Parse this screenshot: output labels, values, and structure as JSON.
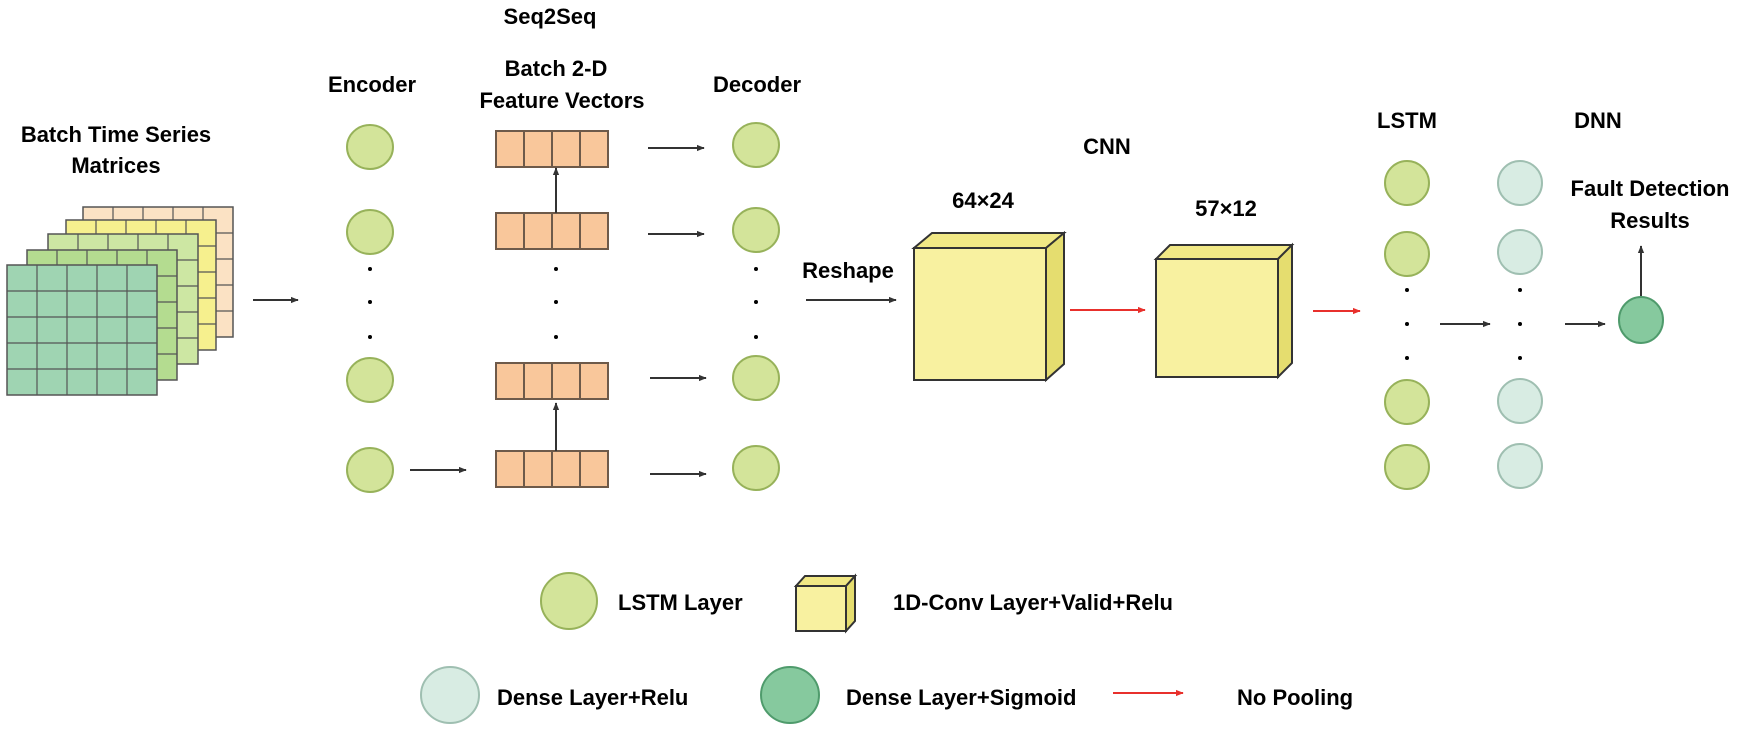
{
  "titles": {
    "seq2seq": "Seq2Seq",
    "encoder": "Encoder",
    "batch_vectors_line1": "Batch 2-D",
    "batch_vectors_line2": "Feature Vectors",
    "decoder": "Decoder",
    "input_line1": "Batch Time Series",
    "input_line2": "Matrices",
    "cnn": "CNN",
    "reshape": "Reshape",
    "conv1_size": "64×24",
    "conv2_size": "57×12",
    "lstm": "LSTM",
    "dnn": "DNN",
    "output_line1": "Fault Detection",
    "output_line2": "Results"
  },
  "legend": {
    "lstm_layer": "LSTM Layer",
    "conv_layer": "1D-Conv Layer+Valid+Relu",
    "dense_relu": "Dense Layer+Relu",
    "dense_sigmoid": "Dense Layer+Sigmoid",
    "no_pooling": "No Pooling"
  },
  "colors": {
    "lstm_fill": "#d3e49a",
    "lstm_stroke": "#97b25a",
    "dense_relu_fill": "#d8ece3",
    "dense_relu_stroke": "#9fbfb1",
    "dense_sigmoid_fill": "#86c99e",
    "dense_sigmoid_stroke": "#4f9b6c",
    "feature_vector_fill": "#f9c79b",
    "feature_vector_stroke": "#6e5a4a",
    "conv_front": "#f8f1a0",
    "conv_side": "#e5dd6f",
    "conv_top": "#f1e885",
    "matrix_colors": [
      "#fbe2c4",
      "#f6f08e",
      "#cde7a3",
      "#b4dc90",
      "#9fd4b2"
    ],
    "arrow": "#333333",
    "no_pooling_arrow": "#e8302c"
  }
}
